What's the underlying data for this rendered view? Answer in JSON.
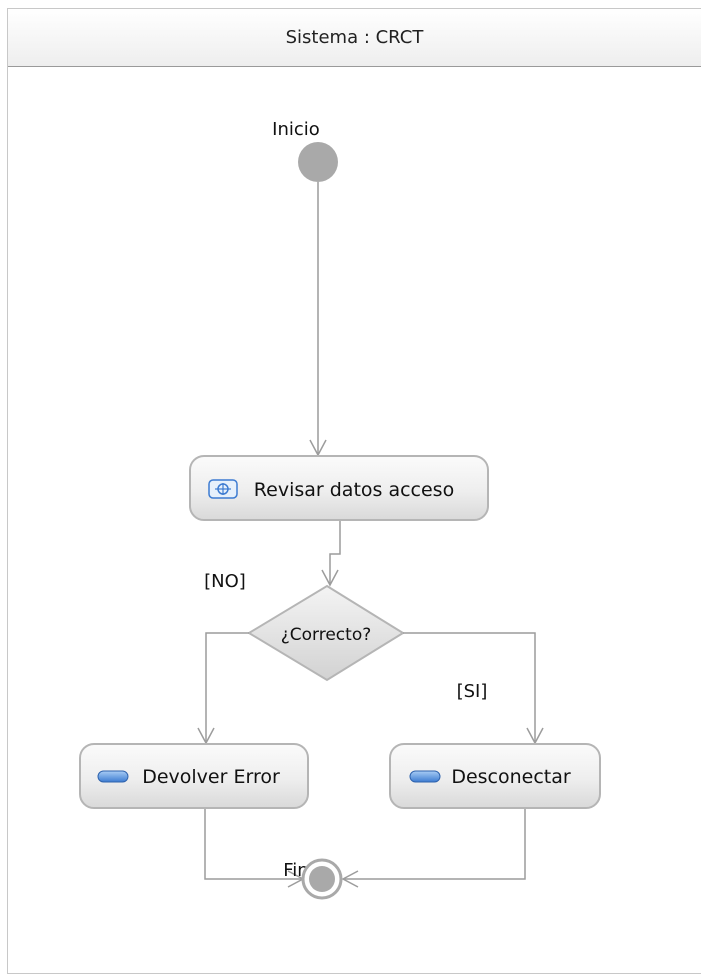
{
  "swimlane": {
    "title": "Sistema : CRCT"
  },
  "nodes": {
    "initial_label": "Inicio",
    "action_revisar": "Revisar datos acceso",
    "decision": "¿Correcto?",
    "action_error": "Devolver Error",
    "action_desconectar": "Desconectar",
    "final_label": "Fin"
  },
  "guards": {
    "no": "[NO]",
    "si": "[SI]"
  },
  "icons": {
    "revisar": "call-behavior-action-icon",
    "error": "opaque-action-icon",
    "desconectar": "opaque-action-icon"
  },
  "colors": {
    "node_fill_top": "#fafafa",
    "node_fill_bottom": "#dcdcdc",
    "node_border": "#b5b5b5",
    "edge": "#9c9c9c",
    "initial": "#a9a9a9",
    "icon_blue": "#3c7bd1"
  }
}
